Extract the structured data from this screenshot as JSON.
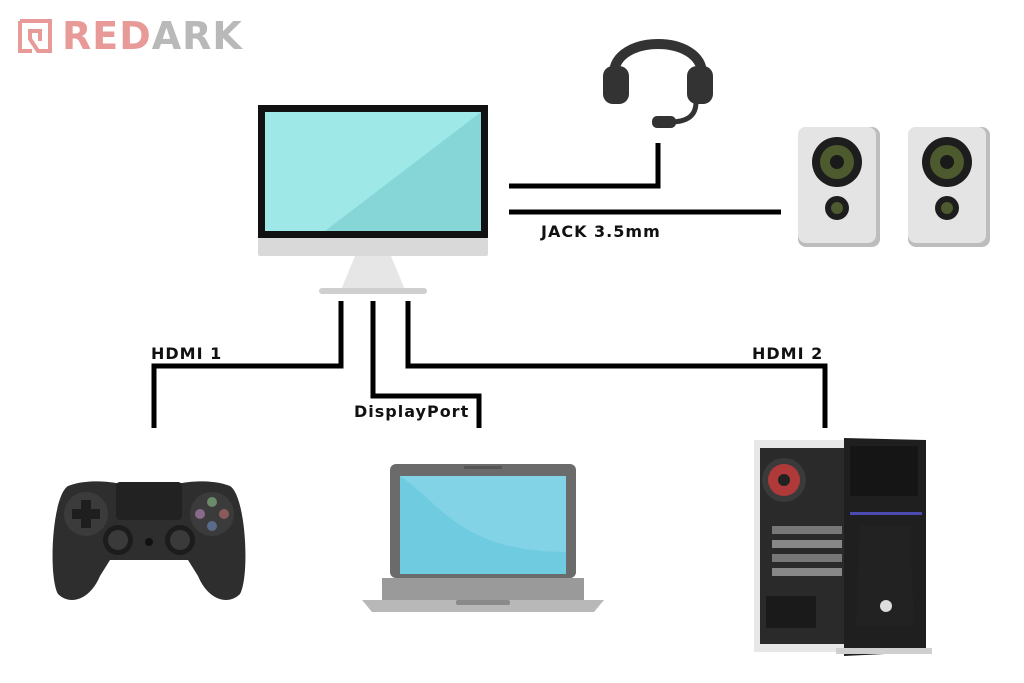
{
  "logo": {
    "part1": "RED",
    "part2": "ARK",
    "color_accent": "#e89a98",
    "color_gray": "#b9b9b9"
  },
  "labels": {
    "jack": "JACK 3.5mm",
    "hdmi1": "HDMI 1",
    "hdmi2": "HDMI 2",
    "displayport": "DisplayPort"
  },
  "devices": {
    "monitor": "monitor-icon",
    "headset": "headset-icon",
    "speakers": "speakers-icon",
    "gamepad": "gamepad-icon",
    "laptop": "laptop-icon",
    "pc_tower": "pc-tower-icon"
  },
  "colors": {
    "screen": "#9ee8e8",
    "laptop_screen": "#6fcbe0",
    "wire": "#000000",
    "device_dark": "#2e2e2e"
  }
}
